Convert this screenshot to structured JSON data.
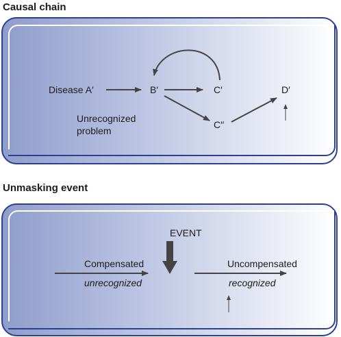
{
  "causal_chain": {
    "title": "Causal chain",
    "node_a": "Disease A′",
    "node_b": "B′",
    "node_c1": "C′",
    "node_c2": "C′′",
    "node_d": "D′",
    "note_line1": "Unrecognized",
    "note_line2": "problem"
  },
  "unmasking": {
    "title": "Unmasking event",
    "event_label": "EVENT",
    "left_top": "Compensated",
    "left_bottom": "unrecognized",
    "right_top": "Uncompensated",
    "right_bottom": "recognized"
  },
  "colors": {
    "panel_border": "#2c3f91",
    "gradient_left": "#8f9dcc",
    "gradient_right": "#ffffff",
    "arrow": "#444444"
  }
}
